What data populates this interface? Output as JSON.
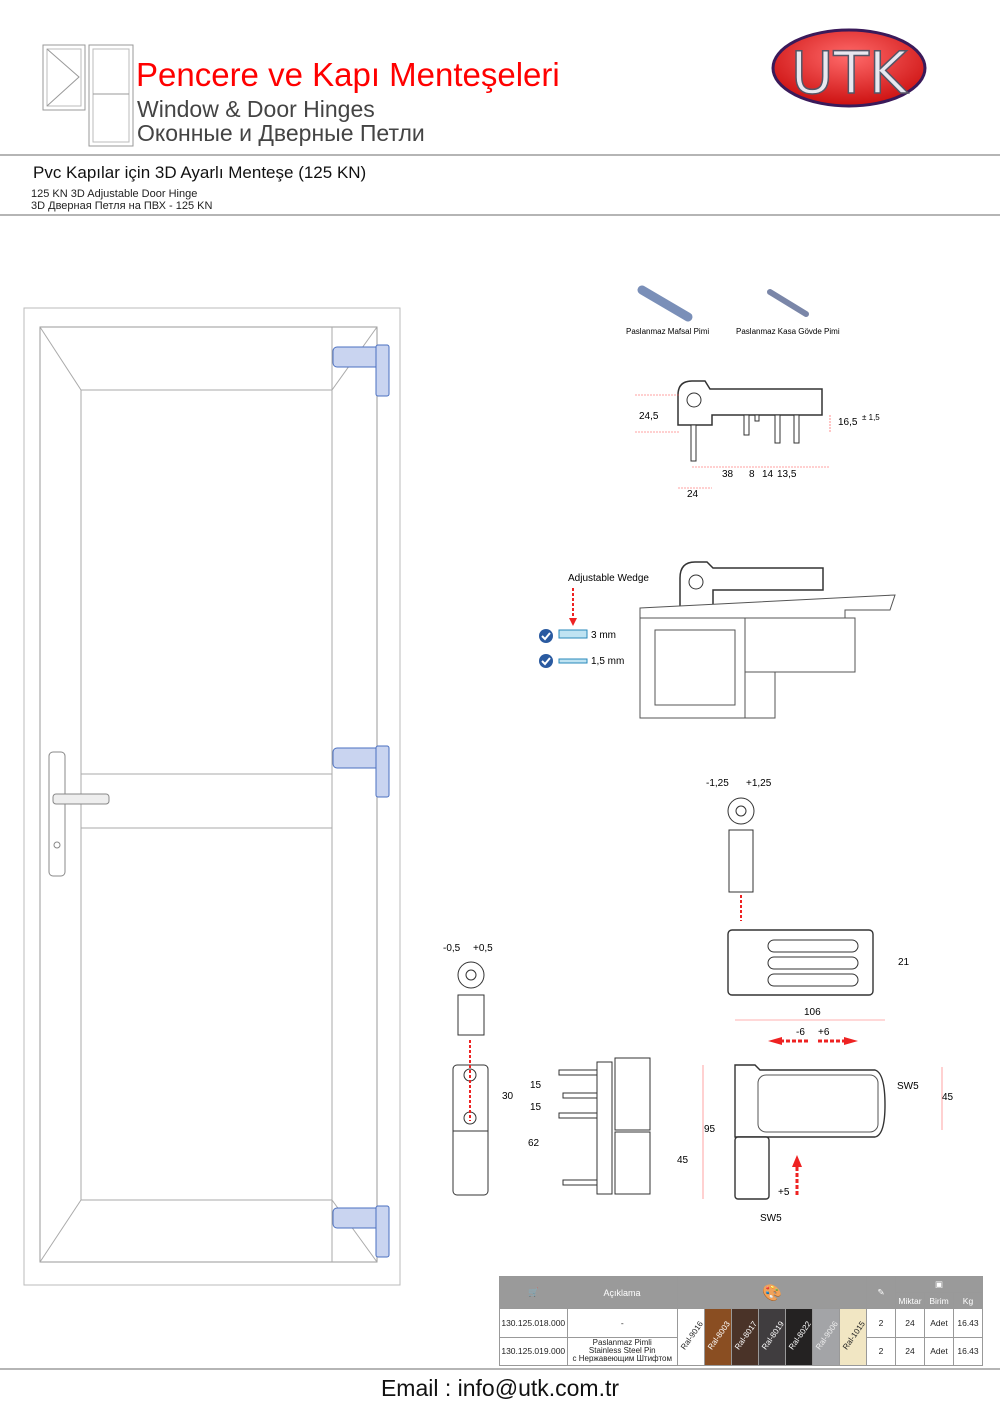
{
  "header": {
    "title_tr": "Pencere ve Kapı Menteşeleri",
    "title_en": "Window & Door Hinges",
    "title_ru": "Оконные и Дверные Петли",
    "logo_text": "UTK",
    "accent_color": "#ff0000"
  },
  "product": {
    "title_tr": "Pvc Kapılar için 3D Ayarlı Menteşe (125 KN)",
    "title_en": "125 KN 3D Adjustable Door Hinge",
    "title_ru": "3D Дверная Петля на ПВХ - 125 KN"
  },
  "drawings": {
    "pins": [
      "Paslanmaz Mafsal Pimi",
      "Paslanmaz Kasa Gövde Pimi"
    ],
    "side_dims": {
      "h": "24,5",
      "right": "16,5",
      "tol": "± 1,5",
      "d38": "38",
      "d8": "8",
      "d14": "14",
      "d13": "13,5",
      "d24": "24"
    },
    "wedge": {
      "label": "Adjustable Wedge",
      "opt1": "3 mm",
      "opt2": "1,5 mm"
    },
    "top_adj": {
      "minus": "-1,25",
      "plus": "+1,25",
      "d21": "21"
    },
    "left_adj": {
      "minus": "-0,5",
      "plus": "+0,5",
      "d30": "30"
    },
    "mid": {
      "d15a": "15",
      "d15b": "15",
      "d62": "62",
      "d45": "45"
    },
    "front": {
      "d106": "106",
      "m6": "-6",
      "p6": "+6",
      "sw5a": "SW5",
      "d45": "45",
      "d95": "95",
      "p5": "+5",
      "sw5b": "SW5"
    }
  },
  "table": {
    "headers": {
      "description": "Açıklama",
      "qty": "Miktar",
      "unit": "Birim",
      "kg": "Kg"
    },
    "icons": [
      "cart-icon",
      "palette-icon",
      "screw-icon",
      "box-icon"
    ],
    "colors": [
      {
        "name": "Ral-9016",
        "hex": "#ffffff",
        "text": "#222"
      },
      {
        "name": "Ral-8003",
        "hex": "#8a4e22",
        "text": "#fff"
      },
      {
        "name": "Ral-8017",
        "hex": "#4a3328",
        "text": "#fff"
      },
      {
        "name": "Ral-8019",
        "hex": "#403d3f",
        "text": "#fff"
      },
      {
        "name": "Ral-8022",
        "hex": "#242222",
        "text": "#fff"
      },
      {
        "name": "Ral-9006",
        "hex": "#a3a4a7",
        "text": "#eee"
      },
      {
        "name": "Ral-1015",
        "hex": "#f1e6c3",
        "text": "#222"
      }
    ],
    "rows": [
      {
        "code": "130.125.018.000",
        "desc": [
          "-"
        ],
        "screws": "2",
        "qty": "24",
        "unit": "Adet",
        "kg": "16.43"
      },
      {
        "code": "130.125.019.000",
        "desc": [
          "Paslanmaz Pimli",
          "Stainless Steel Pin",
          "с Нержавеющим Штифтом"
        ],
        "screws": "2",
        "qty": "24",
        "unit": "Adet",
        "kg": "16.43"
      }
    ]
  },
  "footer": {
    "email": "Email : info@utk.com.tr"
  }
}
